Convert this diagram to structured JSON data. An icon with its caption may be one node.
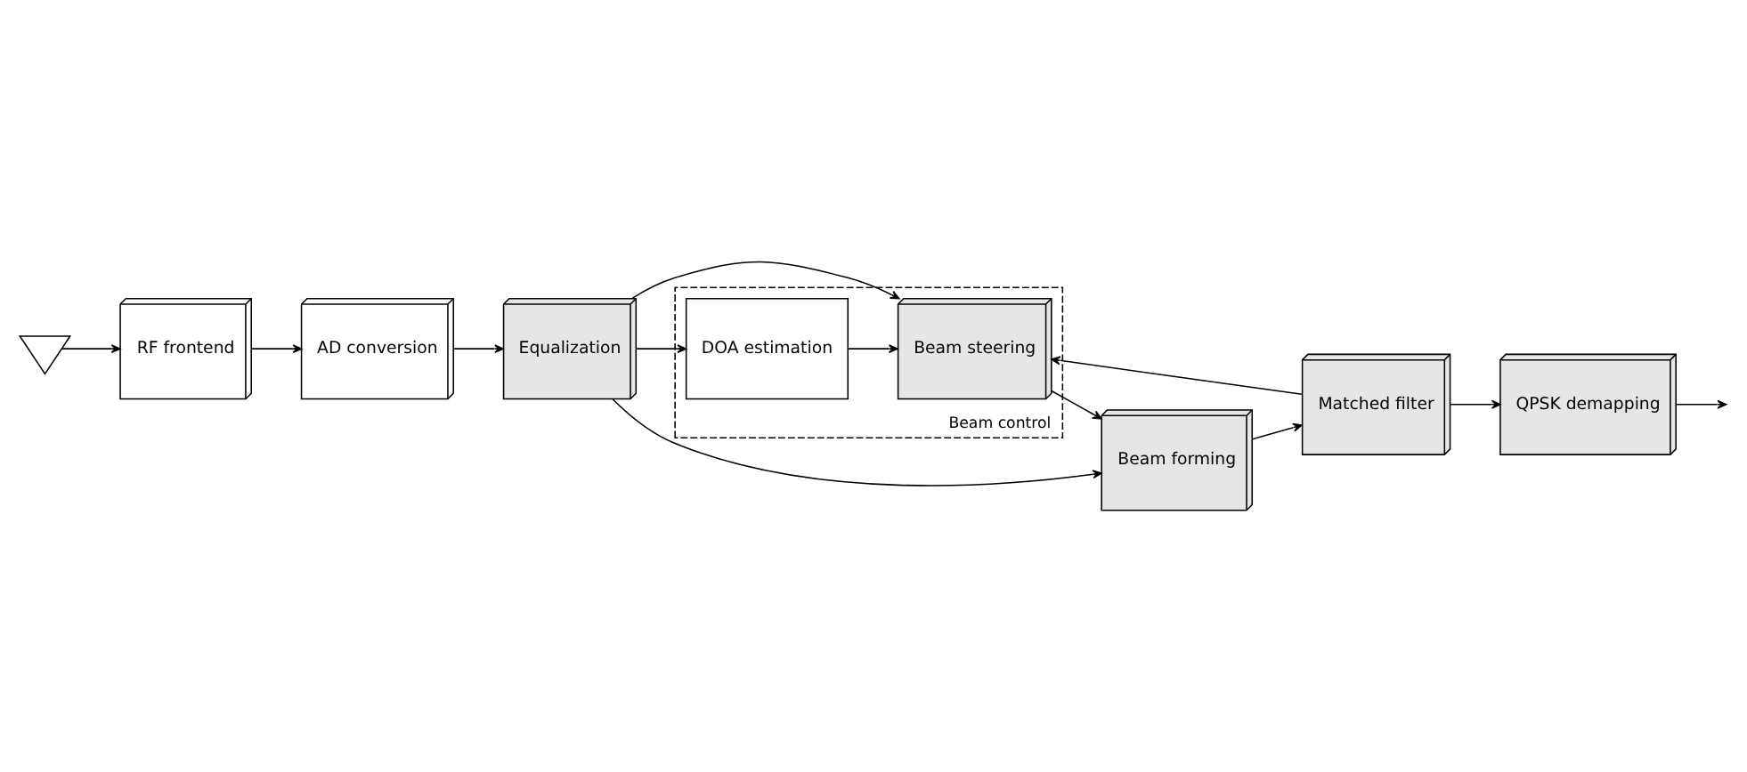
{
  "diagram": {
    "nodes": [
      {
        "text": [],
        "shape": "triangle"
      },
      {
        "text": [
          "RF frontend"
        ]
      },
      {
        "text": [
          "AD conversion"
        ]
      },
      {
        "text": [
          "Equalization"
        ]
      },
      {
        "text": [
          "Beam control"
        ]
      },
      {
        "text": [
          "Beam forming"
        ]
      },
      {
        "text": [
          "Matched filter"
        ]
      },
      {
        "text": [
          "QPSK demapping"
        ]
      },
      {
        "text": [
          "Beam steering"
        ],
        "in": 4
      },
      {
        "text": [
          "DOA estimation"
        ],
        "in": 4
      }
    ],
    "edges": [
      {
        "from": 0,
        "to": 1,
        "arrow": "to"
      },
      {
        "from": 1,
        "to": 2,
        "arrow": "to"
      },
      {
        "from": 2,
        "to": 3,
        "arrow": "to"
      },
      {
        "from": 3,
        "to": 5,
        "arrow": "to"
      },
      {
        "from": 3,
        "to": 8,
        "arrow": "to"
      },
      {
        "from": 3,
        "to": 9,
        "arrow": "to"
      },
      {
        "from": 5,
        "to": 6,
        "arrow": "to"
      },
      {
        "from": 6,
        "to": 7,
        "arrow": "to"
      },
      {
        "from": 7,
        "to": null,
        "arrow": "to"
      },
      {
        "from": 6,
        "to": 8,
        "arrow": "to"
      },
      {
        "from": 9,
        "to": 8,
        "arrow": "to"
      },
      {
        "from": 8,
        "to": 5,
        "arrow": "to"
      }
    ]
  }
}
